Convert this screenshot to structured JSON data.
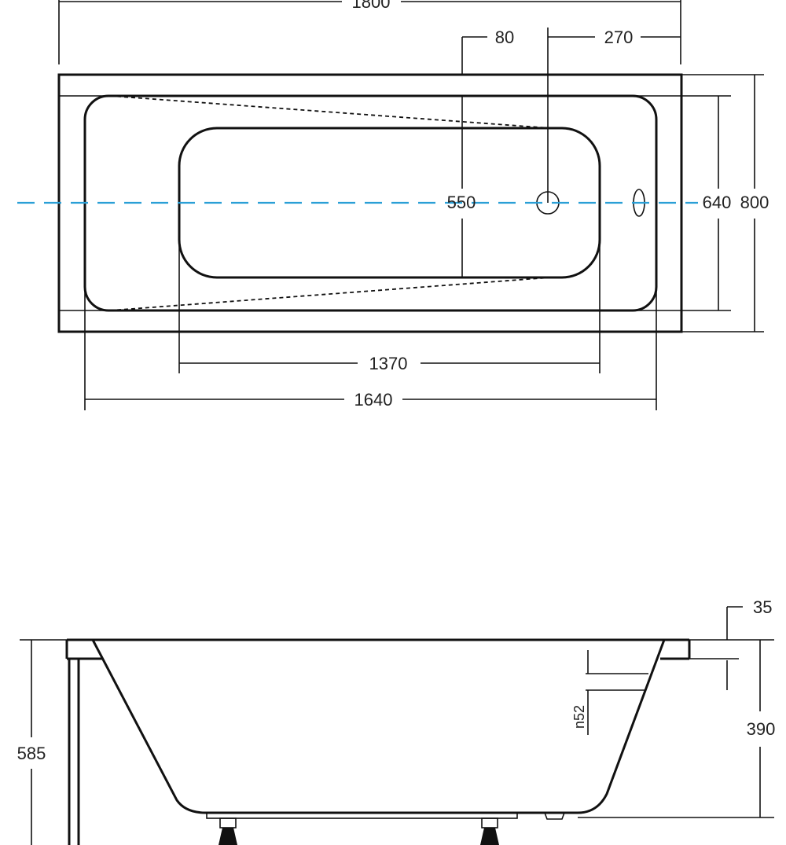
{
  "top_view": {
    "overall_length": "1800",
    "overflow_offset": "80",
    "drain_offset": "270",
    "inner_depth": "550",
    "inner_width": "640",
    "overall_width": "800",
    "bottom_length": "1370",
    "inner_length": "1640"
  },
  "side_view": {
    "rim_thickness": "35",
    "overflow_size": "n52",
    "tub_depth": "390",
    "total_height": "585"
  },
  "colors": {
    "line": "#111111",
    "center_axis": "#2a9fd6"
  }
}
